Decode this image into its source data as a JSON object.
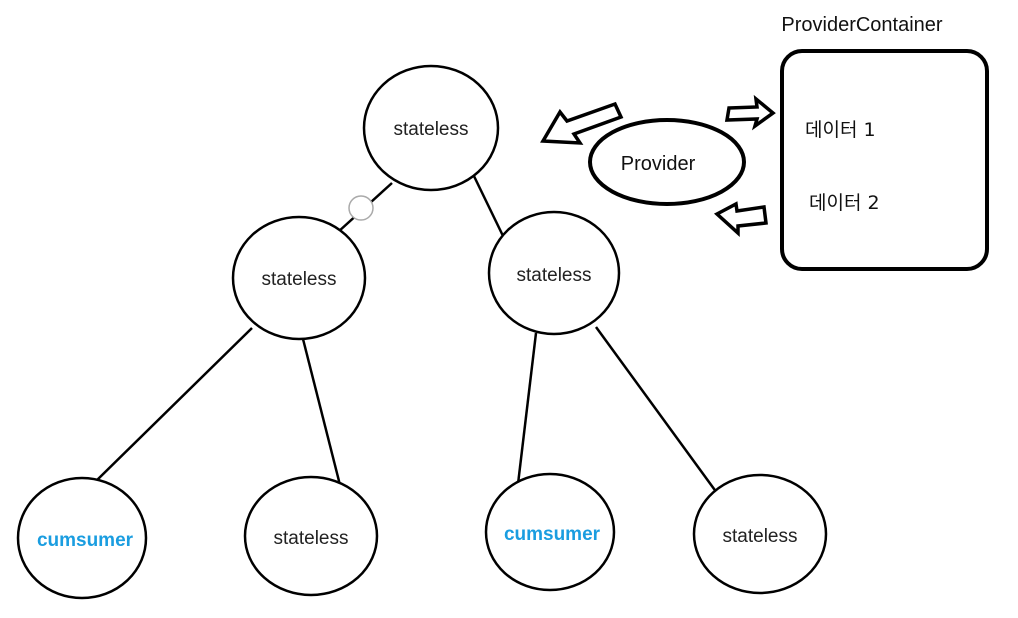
{
  "diagram": {
    "title": "ProviderContainer",
    "provider": {
      "label": "Provider"
    },
    "container": {
      "items": [
        {
          "label": "데이터 1"
        },
        {
          "label": "데이터 2"
        }
      ]
    },
    "nodes": [
      {
        "label": "stateless"
      },
      {
        "label": "stateless"
      },
      {
        "label": "stateless"
      },
      {
        "label": "cumsumer"
      },
      {
        "label": "stateless"
      },
      {
        "label": "cumsumer"
      },
      {
        "label": "stateless"
      }
    ],
    "colors": {
      "stroke": "#000000",
      "consumer_text": "#1a9de0",
      "node_text": "#333333",
      "small_circle": "#aaaaaa"
    }
  }
}
